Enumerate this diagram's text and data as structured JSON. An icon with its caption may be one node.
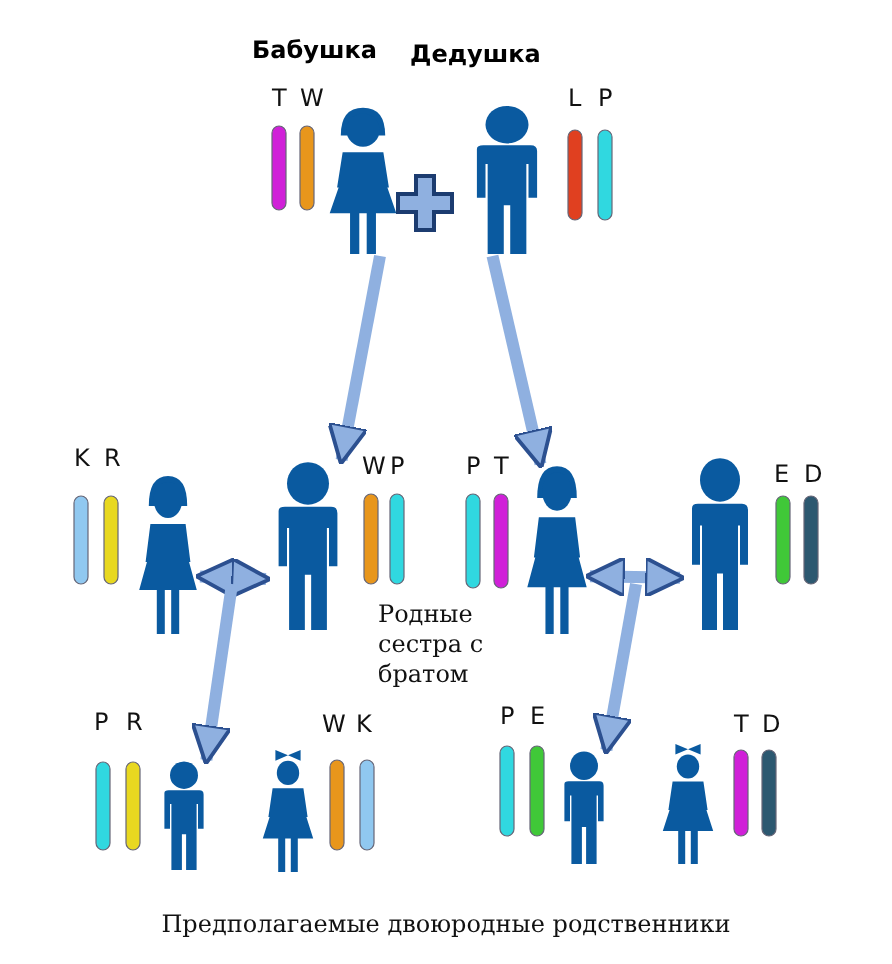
{
  "diagram": {
    "caption": "Предполагаемые двоюродные родственники",
    "nodes": [
      {
        "text": [
          "Бабушка"
        ]
      },
      {
        "text": [
          "Дедушка"
        ]
      },
      {
        "text": [],
        "shape": "person"
      },
      {
        "text": [],
        "shape": "person"
      },
      {
        "text": [],
        "shape": "person"
      },
      {
        "text": [],
        "shape": "person"
      },
      {
        "text": [],
        "shape": "person"
      },
      {
        "text": [],
        "shape": "person"
      },
      {
        "text": [],
        "shape": "person"
      },
      {
        "text": [],
        "shape": "person"
      }
    ],
    "edges": [
      {
        "from": 0,
        "to": 3,
        "arrow": "to"
      },
      {
        "from": 1,
        "to": 4,
        "arrow": "to"
      },
      {
        "from": 2,
        "to": 3,
        "arrow": "both"
      },
      {
        "from": null,
        "to": 6,
        "arrow": "to"
      },
      {
        "from": 4,
        "to": 5,
        "arrow": "both"
      },
      {
        "from": null,
        "to": 8,
        "arrow": "to"
      }
    ],
    "labels": [
      "T",
      "W",
      "L",
      "P",
      "K",
      "R",
      "W",
      "P",
      "P",
      "T",
      "E",
      "D",
      "Родные сестра с братом",
      "P",
      "R",
      "W",
      "K",
      "P",
      "E",
      "T",
      "D"
    ]
  }
}
